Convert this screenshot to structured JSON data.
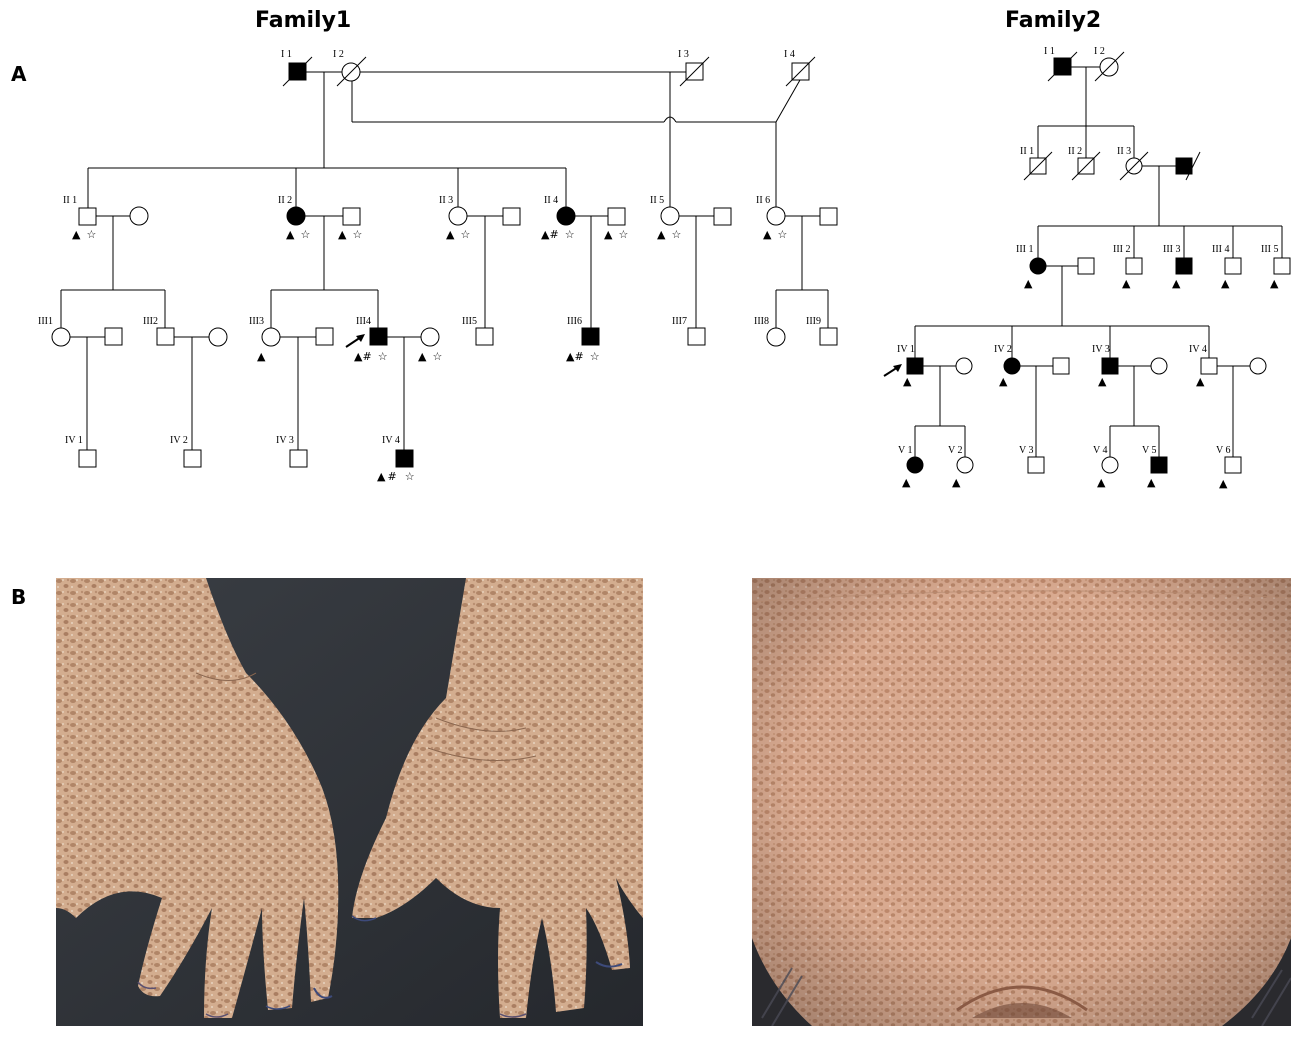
{
  "panels": {
    "a": "A",
    "b": "B"
  },
  "family1": {
    "title": "Family1",
    "labels": {
      "I1": "I 1",
      "I2": "I 2",
      "I3": "I 3",
      "I4": "I 4",
      "II1": "II 1",
      "II2": "II 2",
      "II3": "II 3",
      "II4": "II 4",
      "II5": "II 5",
      "II6": "II 6",
      "III1": "III1",
      "III2": "III2",
      "III3": "III3",
      "III4": "III4",
      "III5": "III5",
      "III6": "III6",
      "III7": "III7",
      "III8": "III8",
      "III9": "III9",
      "IV1": "IV 1",
      "IV2": "IV 2",
      "IV3": "IV 3",
      "IV4": "IV 4"
    }
  },
  "family2": {
    "title": "Family2",
    "labels": {
      "I1": "I 1",
      "I2": "I 2",
      "II1": "II 1",
      "II2": "II 2",
      "II3": "II 3",
      "III1": "III 1",
      "III2": "III 2",
      "III3": "III 3",
      "III4": "III 4",
      "III5": "III 5",
      "IV1": "IV 1",
      "IV2": "IV 2",
      "IV3": "IV 3",
      "IV4": "IV 4",
      "V1": "V 1",
      "V2": "V 2",
      "V3": "V 3",
      "V4": "V 4",
      "V5": "V 5",
      "V6": "V 6"
    }
  },
  "symbols": {
    "triangle": "▲",
    "hash": "#",
    "star": "☆"
  },
  "photos": [
    {
      "subject": "Dorsal surface of both hands with mottled hyper- and hypopigmented macules"
    },
    {
      "subject": "Abdomen with widespread mottled pigmented macules"
    }
  ],
  "colors": {
    "affected": "#000000",
    "unaffected": "#ffffff",
    "skin": "#d8b496",
    "macule": "#a97a5a",
    "background_dark": "#2e3238"
  }
}
